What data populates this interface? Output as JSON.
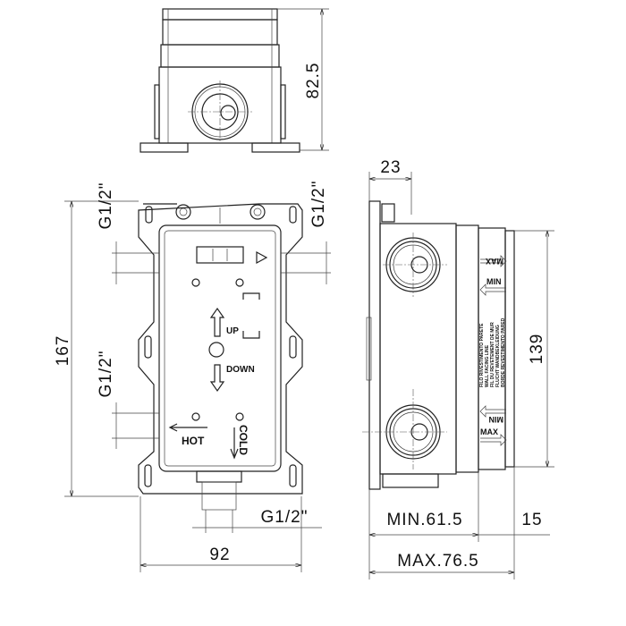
{
  "dimensions": {
    "top_height": "82.5",
    "front_height": "167",
    "front_width": "92",
    "thread_top_left": "G1/2\"",
    "thread_lower_left": "G1/2\"",
    "thread_top_right": "G1/2\"",
    "thread_bottom": "G1/2\"",
    "side_depth_23": "23",
    "side_height": "139",
    "min_depth": "MIN.61.5",
    "extra_15": "15",
    "max_depth": "MAX.76.5"
  },
  "labels": {
    "up": "UP",
    "down": "DOWN",
    "hot": "HOT",
    "cold": "COLD",
    "max_top": "MAX",
    "min_top": "MIN",
    "min_bottom": "MIN",
    "max_bottom": "MAX",
    "wall_line": [
      "FILO RIVESTIMENTO PARETE",
      "WALL FACING LINE",
      "FIL DU REVETEMENT DE MUR",
      "FLUCHT WANDBEKLEIDUNG",
      "BORDE REVESTIMENTO PARED"
    ]
  }
}
